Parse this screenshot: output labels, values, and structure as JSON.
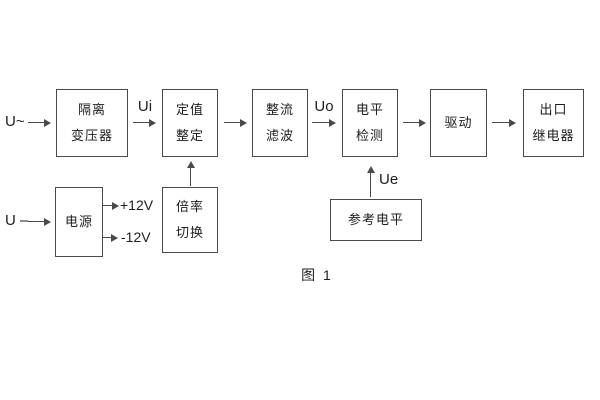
{
  "diagram": {
    "caption": "图 1",
    "labels": {
      "ac_input": "U~",
      "dc_input": "U –",
      "ui": "Ui",
      "uo": "Uo",
      "ue": "Ue",
      "rail_pos": "+12V",
      "rail_neg": "-12V"
    },
    "blocks": {
      "isolation_transformer": {
        "line1": "隔离",
        "line2": "变压器"
      },
      "value_setting": {
        "line1": "定值",
        "line2": "整定"
      },
      "rectifier_filter": {
        "line1": "整流",
        "line2": "滤波"
      },
      "level_detection": {
        "line1": "电平",
        "line2": "检测"
      },
      "drive": {
        "label": "驱动"
      },
      "output_relay": {
        "line1": "出口",
        "line2": "继电器"
      },
      "power_supply": {
        "label": "电源"
      },
      "ratio_switch": {
        "line1": "倍率",
        "line2": "切换"
      },
      "reference_level": {
        "label": "参考电平"
      }
    },
    "colors": {
      "line": "#4a4a4a",
      "text": "#1d1d1d",
      "background": "#ffffff"
    }
  }
}
